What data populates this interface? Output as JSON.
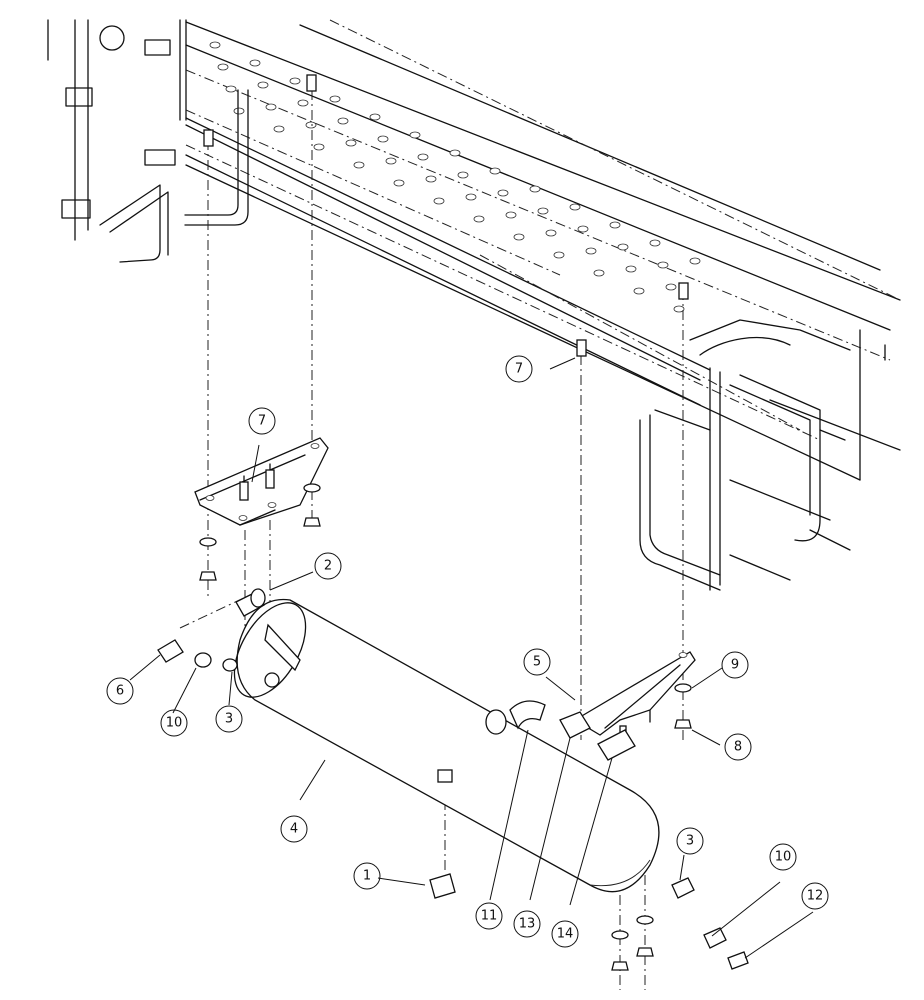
{
  "callouts": [
    {
      "id": "c1",
      "label": "1"
    },
    {
      "id": "c2",
      "label": "2"
    },
    {
      "id": "c3a",
      "label": "3"
    },
    {
      "id": "c3b",
      "label": "3"
    },
    {
      "id": "c4",
      "label": "4"
    },
    {
      "id": "c5",
      "label": "5"
    },
    {
      "id": "c6",
      "label": "6"
    },
    {
      "id": "c7a",
      "label": "7"
    },
    {
      "id": "c7b",
      "label": "7"
    },
    {
      "id": "c8",
      "label": "8"
    },
    {
      "id": "c9",
      "label": "9"
    },
    {
      "id": "c10a",
      "label": "10"
    },
    {
      "id": "c10b",
      "label": "10"
    },
    {
      "id": "c11",
      "label": "11"
    },
    {
      "id": "c12",
      "label": "12"
    },
    {
      "id": "c13",
      "label": "13"
    },
    {
      "id": "c14",
      "label": "14"
    }
  ]
}
